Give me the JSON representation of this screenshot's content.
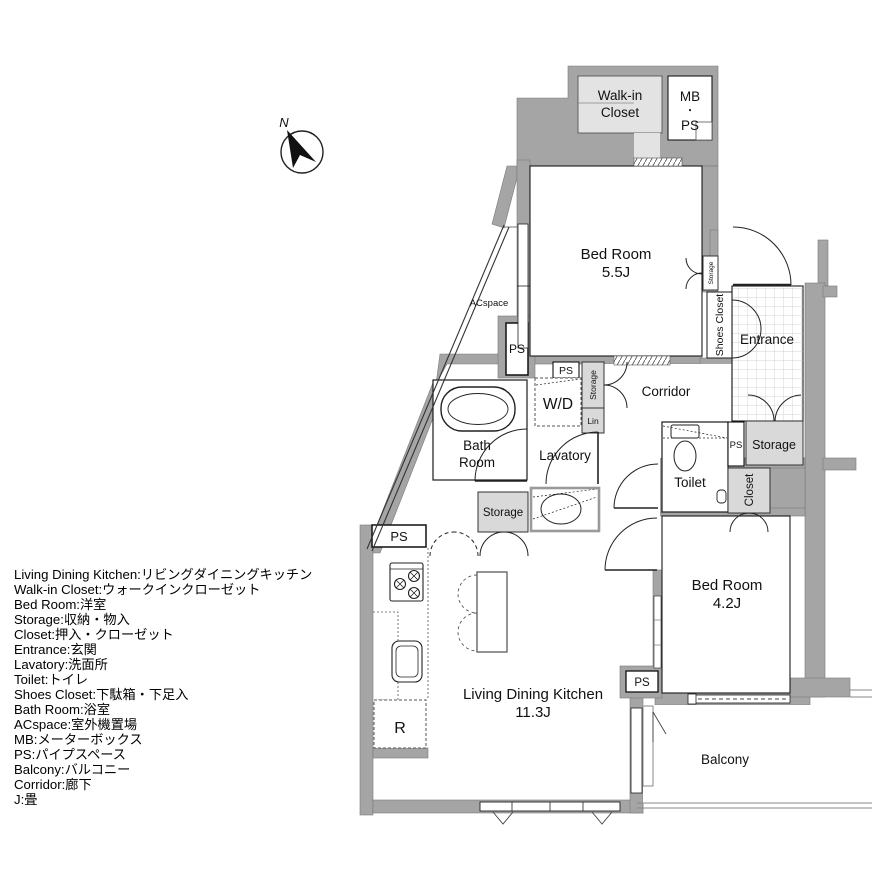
{
  "compass": {
    "north_label": "N"
  },
  "legend": {
    "items": [
      "Living Dining Kitchen:リビングダイニングキッチン",
      "Walk-in Closet:ウォークインクローゼット",
      "Bed Room:洋室",
      "Storage:収納・物入",
      "Closet:押入・クローゼット",
      "Entrance:玄関",
      "Lavatory:洗面所",
      "Toilet:トイレ",
      "Shoes Closet:下駄箱・下足入",
      "Bath Room:浴室",
      "ACspace:室外機置場",
      "MB:メーターボックス",
      "PS:パイプスペース",
      "Balcony:バルコニー",
      "Corridor:廊下",
      "J:畳"
    ]
  },
  "plan": {
    "labels": {
      "ps": "PS",
      "storage": "Storage",
      "lin": "Lin",
      "refrigerator": "R"
    },
    "rooms": {
      "walk_in_closet": {
        "line1": "Walk-in",
        "line2": "Closet"
      },
      "mb_ps": {
        "line1": "MB",
        "line2": "・",
        "line3": "PS"
      },
      "bed_room_1": {
        "name": "Bed Room",
        "size": "5.5J"
      },
      "bed_room_2": {
        "name": "Bed Room",
        "size": "4.2J"
      },
      "ldk": {
        "name": "Living Dining Kitchen",
        "size": "11.3J"
      },
      "entrance": {
        "label": "Entrance"
      },
      "shoes_closet": {
        "label": "Shoes Closet"
      },
      "corridor": {
        "label": "Corridor"
      },
      "wd": {
        "label": "W/D"
      },
      "bath_room": {
        "line1": "Bath",
        "line2": "Room"
      },
      "lavatory": {
        "label": "Lavatory"
      },
      "toilet": {
        "label": "Toilet"
      },
      "closet": {
        "label": "Closet"
      },
      "balcony": {
        "label": "Balcony"
      },
      "ac_space": {
        "label": "ACspace"
      }
    },
    "colors": {
      "wall": "#a5a5a5",
      "shaded_room": "#e3e3e3",
      "shaded_storage": "#d9d9d9",
      "line": "#1a1a1a",
      "tile_grid": "#c4c4c4"
    }
  }
}
